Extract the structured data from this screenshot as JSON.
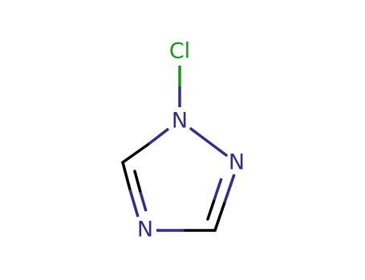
{
  "molecule": {
    "atoms": [
      {
        "id": "cl",
        "label": "Cl",
        "color": "#179617"
      },
      {
        "id": "n1",
        "label": "N",
        "color": "#322d8c"
      },
      {
        "id": "n2",
        "label": "N",
        "color": "#322d8c"
      },
      {
        "id": "n4",
        "label": "N",
        "color": "#322d8c"
      }
    ],
    "colors": {
      "carbon_bond": "#000000",
      "nitrogen": "#322d8c",
      "chlorine": "#179617",
      "background": "#ffffff"
    }
  }
}
